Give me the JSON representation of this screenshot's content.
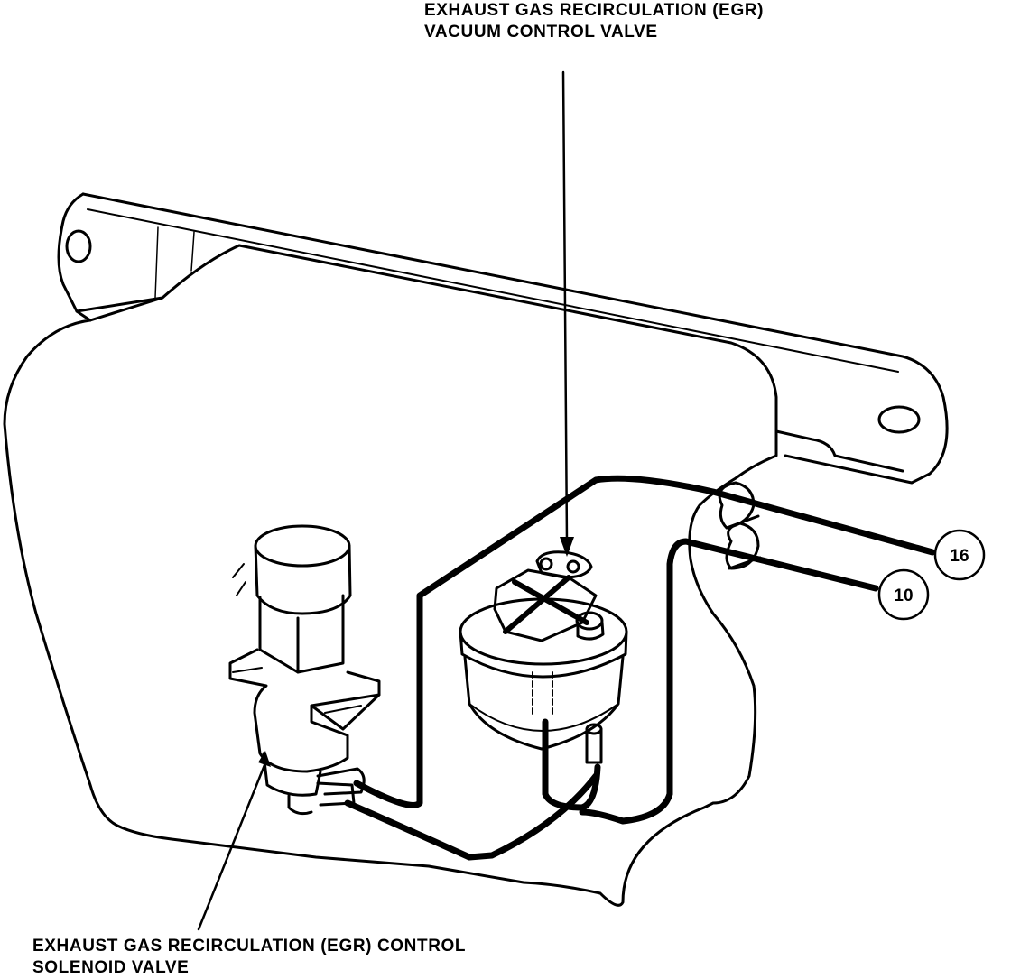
{
  "labels": {
    "egr_vacuum_control_valve": {
      "line1": "EXHAUST GAS RECIRCULATION (EGR)",
      "line2": "VACUUM CONTROL VALVE"
    },
    "egr_control_solenoid_valve": {
      "line1": "EXHAUST GAS RECIRCULATION (EGR) CONTROL",
      "line2": "SOLENOID VALVE"
    }
  },
  "hose_refs": {
    "upper": "16",
    "lower": "10"
  },
  "colors": {
    "ink": "#000000",
    "paper": "#ffffff"
  }
}
